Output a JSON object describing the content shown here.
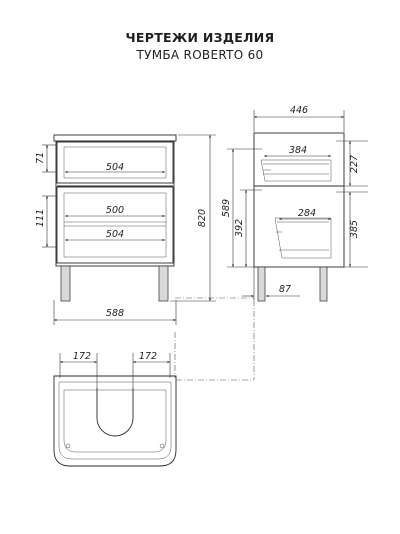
{
  "header": {
    "title": "ЧЕРТЕЖИ ИЗДЕЛИЯ",
    "subtitle": "ТУМБА ROBERTO 60"
  },
  "front_view": {
    "drawer_height_top": "71",
    "drawer_height_bottom": "111",
    "inner_width_top": "504",
    "inner_width_middle": "500",
    "inner_width_bottom": "504",
    "total_height": "820",
    "total_width": "588"
  },
  "side_view": {
    "depth": "446",
    "top_drawer_depth": "384",
    "bottom_drawer_depth": "284",
    "height_589": "589",
    "height_392": "392",
    "height_227": "227",
    "height_385": "385",
    "leg_offset": "87"
  },
  "top_view": {
    "left_offset": "172",
    "right_offset": "172"
  },
  "colors": {
    "line": "#2b2b2b",
    "leg_fill": "#d9d9d9"
  }
}
